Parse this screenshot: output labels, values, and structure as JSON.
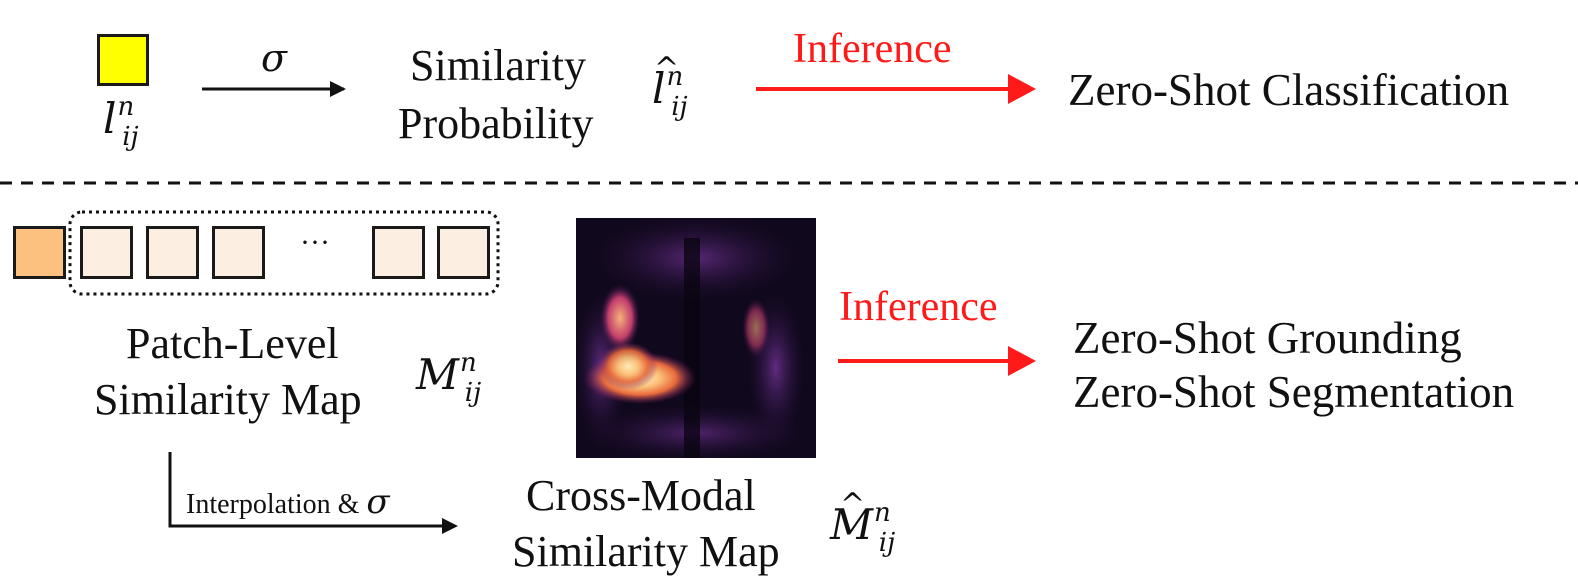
{
  "top": {
    "sigma": "σ",
    "similarity_probability": [
      "Similarity",
      "Probability"
    ],
    "logit_symbol": "l",
    "prob_symbol": "l",
    "sup": "n",
    "sub": "ij",
    "inference": "Inference",
    "result": "Zero-Shot Classification"
  },
  "bottom": {
    "ellipsis": "···",
    "patch_map": [
      "Patch-Level",
      "Similarity Map"
    ],
    "map_symbol": "M",
    "sup": "n",
    "sub": "ij",
    "inference": "Inference",
    "results": [
      "Zero-Shot Grounding",
      "Zero-Shot Segmentation"
    ],
    "interp": "Interpolation & ",
    "interp_sigma": "σ",
    "cross_modal": [
      "Cross-Modal",
      "Similarity Map"
    ],
    "cross_symbol": "M"
  },
  "colors": {
    "logit_box": "#ffff00",
    "cls_patch": "#fcc07f",
    "patch": "#fdeee2",
    "inference_arrow": "#ff1a1a"
  }
}
